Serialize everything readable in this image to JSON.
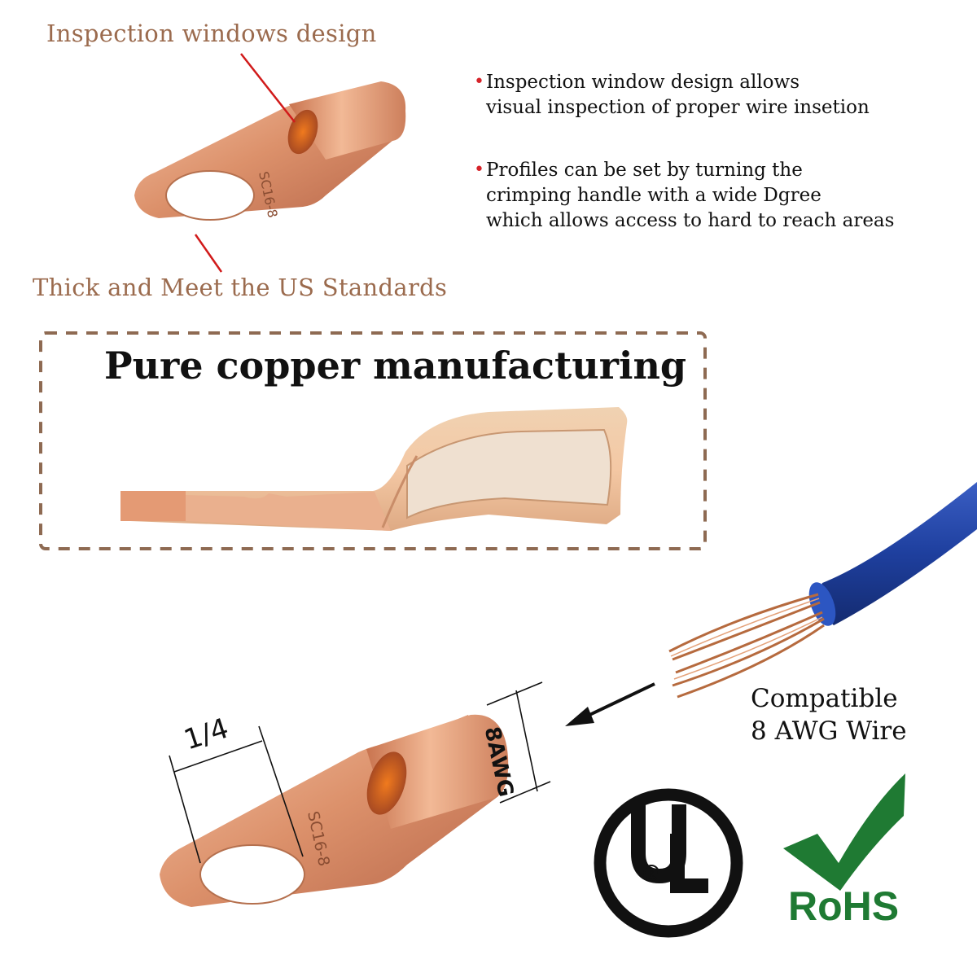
{
  "callouts": {
    "top": "Inspection windows design",
    "bottom": "Thick and Meet the US Standards"
  },
  "features": [
    {
      "line1": "Inspection window design allows",
      "line2": "visual inspection of proper wire insetion",
      "line3": ""
    },
    {
      "line1": "Profiles can be set by turning the",
      "line2": "crimping handle with a wide Dgree",
      "line3": "which allows access to hard to reach areas"
    }
  ],
  "panel": {
    "title": "Pure copper manufacturing"
  },
  "lug": {
    "marking": "SC16-8",
    "hole_size": "1/4",
    "wire_size": "8AWG"
  },
  "compatibility": {
    "line1": "Compatible",
    "line2": "8 AWG Wire"
  },
  "certifications": {
    "ul": "UL",
    "rohs": "RoHS"
  },
  "colors": {
    "callout": "#9b6b4e",
    "bullet": "#d6242a",
    "copper": "#d98d68",
    "wire": "#1e3f9e",
    "rohs": "#1f7a33"
  }
}
